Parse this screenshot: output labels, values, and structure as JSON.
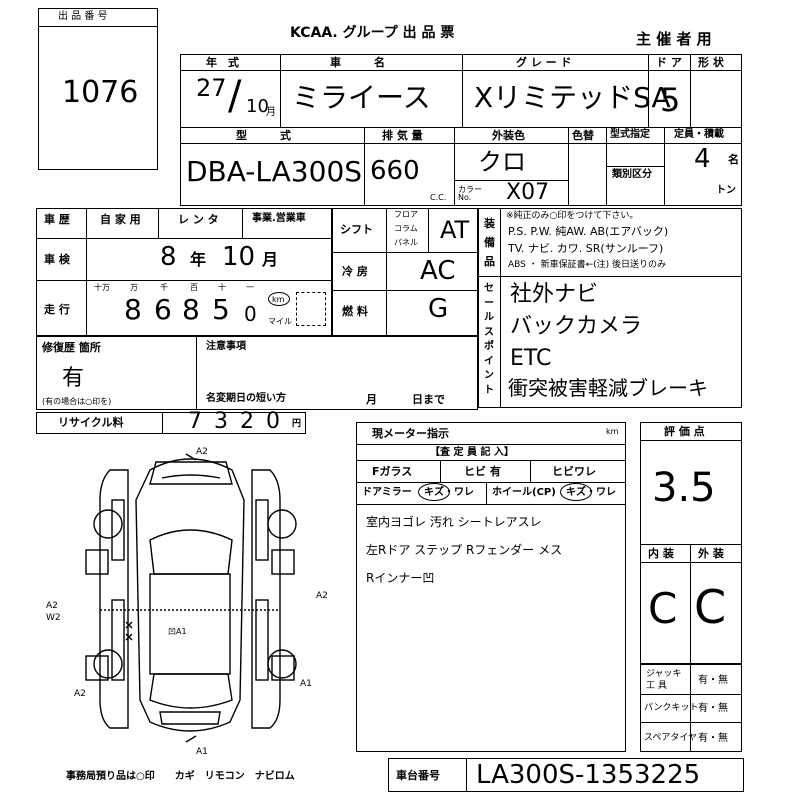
{
  "header": {
    "lot_label": "出 品 番 号",
    "lot_number": "1076",
    "org_title": "KCAA. グループ 出 品 票",
    "for_organizer": "主 催 者 用"
  },
  "labels": {
    "year": "年　式",
    "model_name": "車　　　名",
    "grade": "グ レ ー ド",
    "doors": "ド ア",
    "shape": "形 状",
    "type": "型　　　式",
    "displacement": "排 気 量",
    "exterior_color": "外装色",
    "color_change": "色替",
    "type_designation": "型式指定",
    "capacity": "定員・積載",
    "category": "類別区分",
    "cc": "C.C.",
    "color_no": "カラー No.",
    "ton": "トン",
    "people": "名",
    "usage": "車 歴",
    "private": "自 家 用",
    "rental": "レ ン タ",
    "business": "事業.営業車",
    "shaken": "車 検",
    "mileage": "走 行",
    "mileage_units": [
      "十万",
      "万",
      "千",
      "百",
      "十",
      "一"
    ],
    "km": "km",
    "mile": "マイル",
    "shift": "シフト",
    "floor": "フロア",
    "column": "コラム",
    "panel": "パネル",
    "aircon": "冷 房",
    "fuel": "燃 料",
    "equipment_v": "装 備 品",
    "sales_points_v": "セールスポイント",
    "equipment_note": "※純正のみ○印をつけて下さい。",
    "equipment_line1": "P.S. P.W. 純AW. AB(エアバック)",
    "equipment_line2": "TV. ナビ. カワ. SR(サンルーフ)",
    "equipment_line3": "ABS ・ 新車保証書←(注) 後日送りのみ",
    "repair": "修復歴 箇所",
    "repair_note": "(有の場合は○印を)",
    "notices": "注意事項",
    "name_change": "名変期日の短い方",
    "month": "月",
    "day": "日まで",
    "recycle": "リサイクル料",
    "yen": "円",
    "current_meter": "現メーター指示",
    "inspection_record": "【査 定 員 記 入】",
    "f_glass": "Fガラス",
    "glass_flaw": "ヒビ 有",
    "glass_crack": "ヒビワレ",
    "door_mirror": "ドアミラー",
    "mirror_flaw": "キズ・ワレ",
    "wheel": "ホイール(CP)",
    "wheel_flaw": "キズ・ワレ",
    "rating": "評 価 点",
    "interior": "内 装",
    "exterior": "外 装",
    "jack": "ジャッキ 工 具",
    "puncture": "パンクキット",
    "spare": "スペアタイヤ",
    "yes_no": "有・無",
    "chassis": "車台番号",
    "office_items": "事務局預り品は○印　　カギ　リモコン　ナビロム"
  },
  "values": {
    "year": "27",
    "month": "10",
    "month_unit": "月",
    "model": "ミライース",
    "grade": "XリミテッドSA",
    "doors": "5",
    "type": "DBA-LA300S",
    "displacement": "660",
    "color": "クロ",
    "color_no": "X07",
    "capacity": "4",
    "shaken_year": "8",
    "shaken_year_unit": "年",
    "shaken_month": "10",
    "shaken_month_unit": "月",
    "mileage_digits": [
      "8",
      "6",
      "8",
      "5",
      "0"
    ],
    "shift": "AT",
    "aircon": "AC",
    "fuel": "G",
    "repair": "有",
    "recycle_digits": [
      "7",
      "3",
      "2",
      "0"
    ],
    "sales_points": [
      "社外ナビ",
      "バックカメラ",
      "ETC",
      "衝突被害軽減ブレーキ"
    ],
    "remarks": [
      "室内ヨゴレ 汚れ シートレアスレ",
      "左Rドア ステップ Rフェンダー メス",
      "Rインナー凹"
    ],
    "rating": "3.5",
    "interior": "C",
    "exterior": "C",
    "chassis": "LA300S-1353225"
  },
  "car_marks": {
    "front": "A2",
    "left": "A2 W2",
    "right": "A2",
    "right_lower": "A1",
    "left_lower": "A2",
    "rear": "A1",
    "panel": "凹A1"
  }
}
